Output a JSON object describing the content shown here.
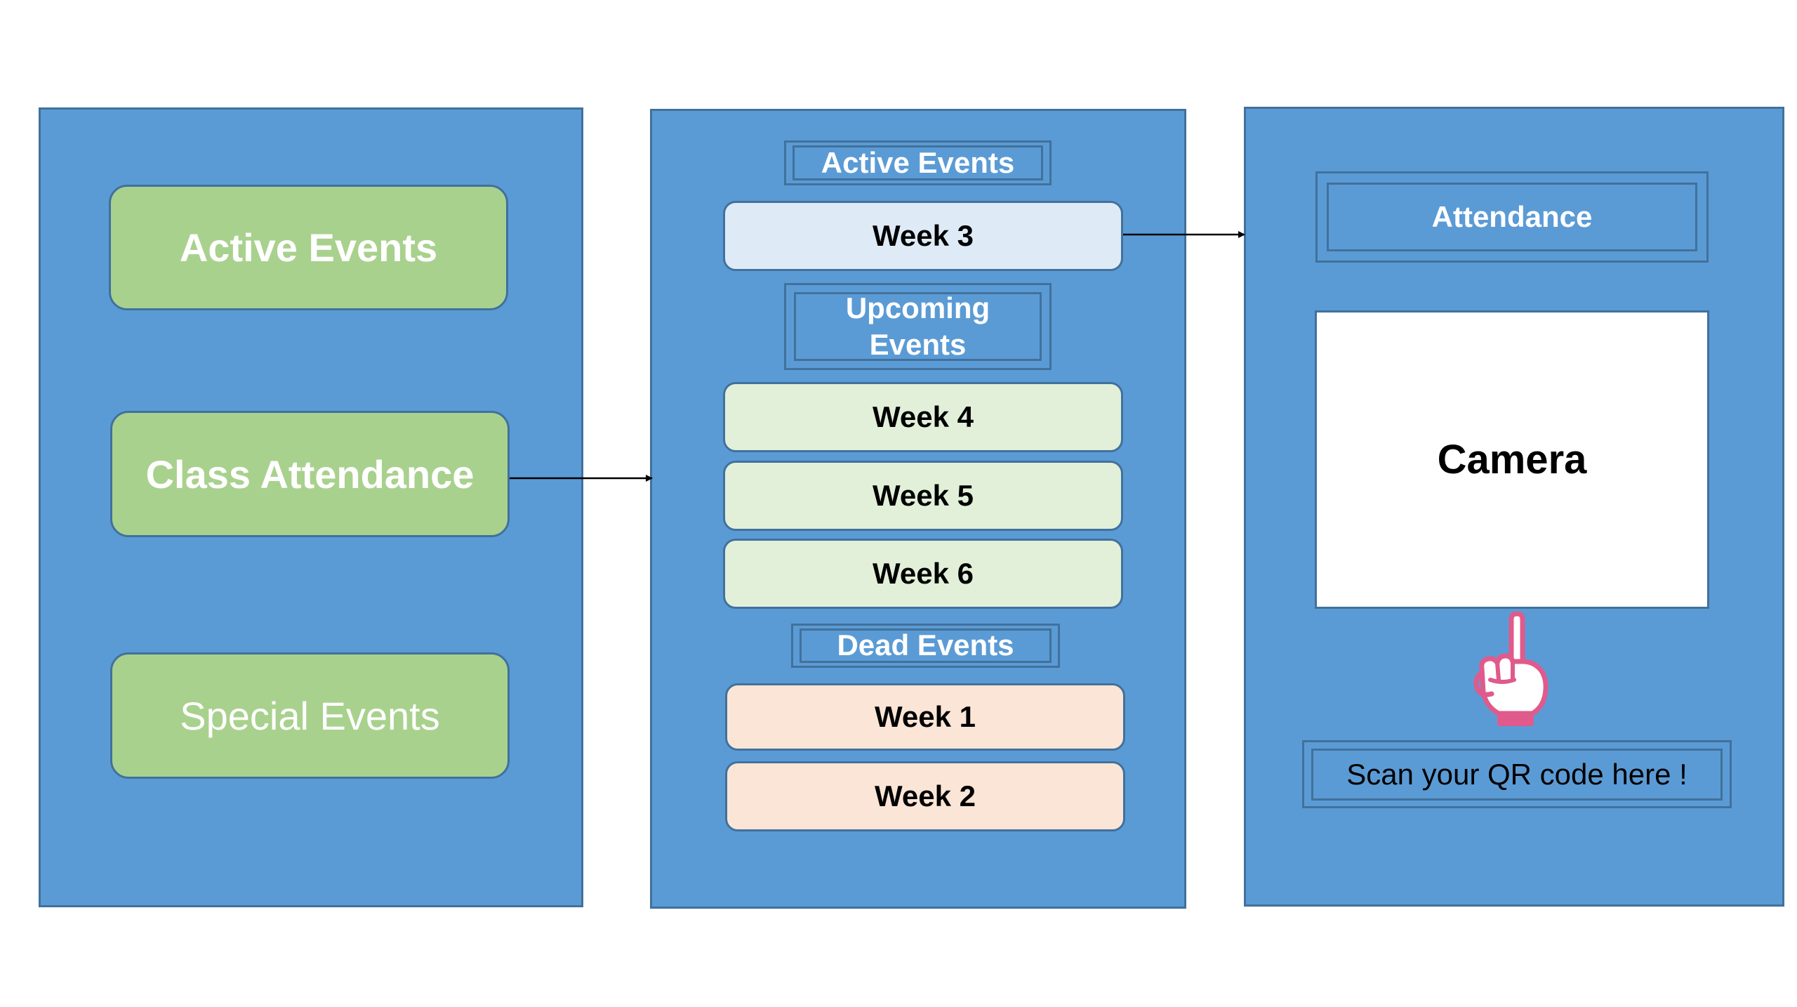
{
  "menu": {
    "active_events": "Active Events",
    "class_attendance": "Class Attendance",
    "special_events": "Special Events"
  },
  "events": {
    "active_heading": "Active Events",
    "active_weeks": [
      "Week 3"
    ],
    "upcoming_heading": "Upcoming Events",
    "upcoming_weeks": [
      "Week 4",
      "Week 5",
      "Week 6"
    ],
    "dead_heading": "Dead Events",
    "dead_weeks": [
      "Week 1",
      "Week 2"
    ]
  },
  "attendance": {
    "heading": "Attendance",
    "camera_label": "Camera",
    "scan_prompt": "Scan your QR code here !",
    "pointer_icon": "pointing-up-hand-icon"
  },
  "colors": {
    "panel": "#5b9bd5",
    "panel_border": "#41719c",
    "menu_button": "#a9d18e",
    "active_week": "#deebf7",
    "upcoming_week": "#e2f0d9",
    "dead_week": "#fbe5d6"
  }
}
